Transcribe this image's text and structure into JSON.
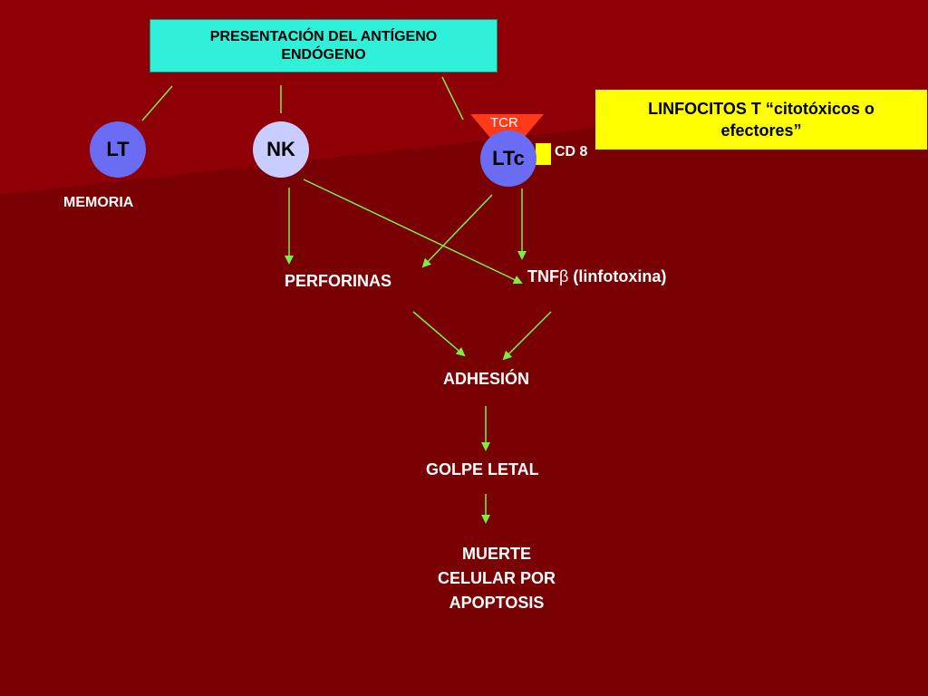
{
  "slide": {
    "title_box": {
      "line1": "PRESENTACIÓN DEL ANTÍGENO",
      "line2": "ENDÓGENO"
    },
    "side_box": {
      "line1": "LINFOCITOS T “citotóxicos o",
      "line2": "efectores”"
    },
    "cells": {
      "lt": "LT",
      "nk": "NK",
      "ltc": "LTc"
    },
    "receptor_tcr": "TCR",
    "marker_cd8": "CD 8",
    "memoria": "MEMORIA",
    "perforinas": "PERFORINAS",
    "tnf_prefix": "TNF",
    "tnf_beta": "β",
    "tnf_suffix": " (linfotoxina)",
    "adhesion": "ADHESIÓN",
    "golpe_letal": "GOLPE LETAL",
    "muerte": {
      "line1": "MUERTE",
      "line2": "CELULAR POR",
      "line3": "APOPTOSIS"
    }
  },
  "colors": {
    "background_dark": "#7a0004",
    "background_light": "#8f0008",
    "title_box": "#2ff0d8",
    "side_box": "#ffff00",
    "cell_blue": "#6a6cf4",
    "cell_light": "#c9ccff",
    "tcr_red": "#ff3a1a",
    "arrow_green": "#7cf040"
  }
}
